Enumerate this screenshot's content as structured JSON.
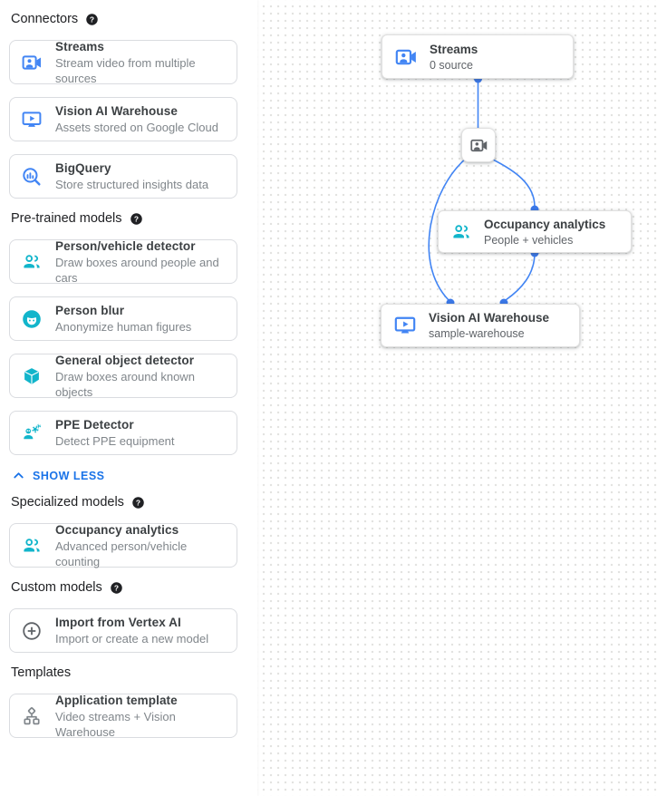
{
  "colors": {
    "icon_blue": "#4285f4",
    "icon_teal": "#12b5cb",
    "icon_gray": "#5f6368",
    "icon_light_gray": "#80868b",
    "link_blue": "#1a73e8",
    "edge_blue": "#4285f4",
    "edge_dot_blue": "#3b78e8"
  },
  "icons": {
    "help": "help"
  },
  "sidebar": {
    "sections": [
      {
        "title": "Connectors",
        "cards": [
          {
            "icon": "video-camera",
            "color": "#4285f4",
            "title": "Streams",
            "description": "Stream video from multiple sources"
          },
          {
            "icon": "smart-display",
            "color": "#4285f4",
            "title": "Vision AI Warehouse",
            "description": "Assets stored on Google Cloud"
          },
          {
            "icon": "bigquery",
            "color": "#4285f4",
            "title": "BigQuery",
            "description": "Store structured insights data"
          }
        ]
      },
      {
        "title": "Pre-trained models",
        "cards": [
          {
            "icon": "people",
            "color": "#12b5cb",
            "title": "Person/vehicle detector",
            "description": "Draw boxes around people and cars"
          },
          {
            "icon": "face-blur",
            "color": "#12b5cb",
            "title": "Person blur",
            "description": "Anonymize human figures"
          },
          {
            "icon": "cube",
            "color": "#12b5cb",
            "title": "General object detector",
            "description": "Draw boxes around known objects"
          },
          {
            "icon": "ppe",
            "color": "#12b5cb",
            "title": "PPE Detector",
            "description": "Detect PPE equipment"
          }
        ]
      },
      {
        "title": "Specialized models",
        "cards": [
          {
            "icon": "people",
            "color": "#12b5cb",
            "title": "Occupancy analytics",
            "description": "Advanced person/vehicle counting"
          }
        ]
      },
      {
        "title": "Custom models",
        "cards": [
          {
            "icon": "add-circle",
            "color": "#5f6368",
            "title": "Import from Vertex AI",
            "description": "Import or create a new model"
          }
        ]
      },
      {
        "title": "Templates",
        "cards": [
          {
            "icon": "tree",
            "color": "#80868b",
            "title": "Application template",
            "description": "Video streams + Vision Warehouse"
          }
        ]
      }
    ],
    "show_less": {
      "label": "SHOW LESS",
      "icon": "chevron-up"
    }
  },
  "canvas": {
    "nodes": [
      {
        "id": "streams",
        "icon": "video-camera",
        "color": "#4285f4",
        "title": "Streams",
        "subtitle": "0 source"
      },
      {
        "id": "stream-source",
        "icon": "video-camera",
        "color": "#5f6368"
      },
      {
        "id": "occupancy",
        "icon": "people",
        "color": "#12b5cb",
        "title": "Occupancy analytics",
        "subtitle": "People + vehicles"
      },
      {
        "id": "warehouse",
        "icon": "smart-display",
        "color": "#4285f4",
        "title": "Vision AI Warehouse",
        "subtitle": "sample-warehouse"
      }
    ],
    "edges": [
      {
        "from": "streams",
        "to": "stream-source"
      },
      {
        "from": "stream-source",
        "to": "occupancy"
      },
      {
        "from": "stream-source",
        "to": "warehouse"
      },
      {
        "from": "occupancy",
        "to": "warehouse"
      }
    ]
  }
}
